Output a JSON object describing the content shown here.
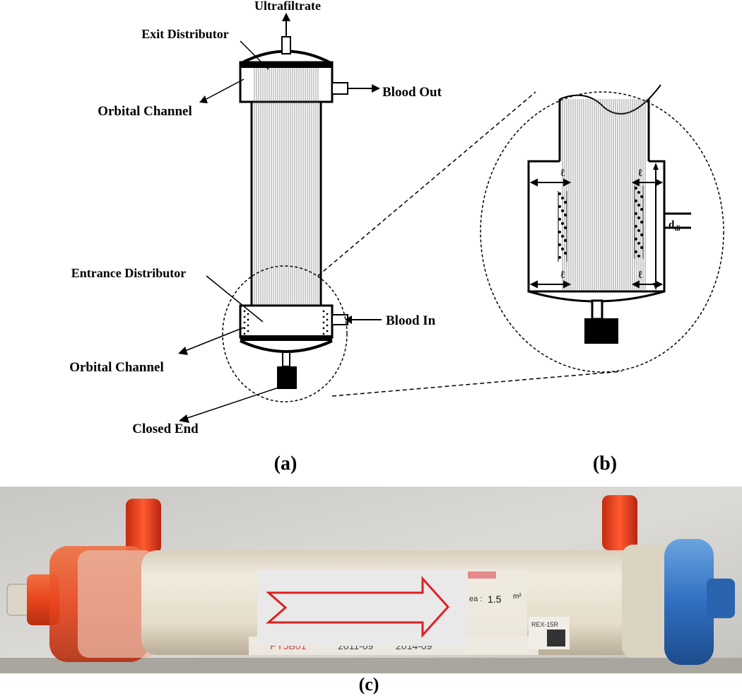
{
  "panel_a": {
    "labels": {
      "ultrafiltrate": "Ultrafiltrate",
      "exit_distributor": "Exit Distributor",
      "orbital_channel_top": "Orbital Channel",
      "blood_out": "Blood Out",
      "entrance_distributor": "Entrance Distributor",
      "blood_in": "Blood In",
      "orbital_channel_bottom": "Orbital Channel",
      "closed_end": "Closed End"
    },
    "caption": "(a)"
  },
  "panel_b": {
    "gap_symbol": "ℓ",
    "distributor_height_base": "d",
    "distributor_height_sub": "di",
    "caption": "(b)"
  },
  "panel_c": {
    "label_text": {
      "area_prefix": "ea :",
      "area_value": "1.5",
      "area_unit": "m²",
      "lot": "PY5B01",
      "made": "2011-09",
      "expiry": "2014-09",
      "side_code": "REX-15R"
    },
    "caption": "(c)"
  },
  "colors": {
    "ink": "#000000",
    "arrow_red": "#e02020",
    "cap_orange": "#e8451e",
    "cap_blue": "#2f6fc0",
    "tube_body": "#e9e0cf",
    "background_cloth": "#d8d6d2"
  }
}
